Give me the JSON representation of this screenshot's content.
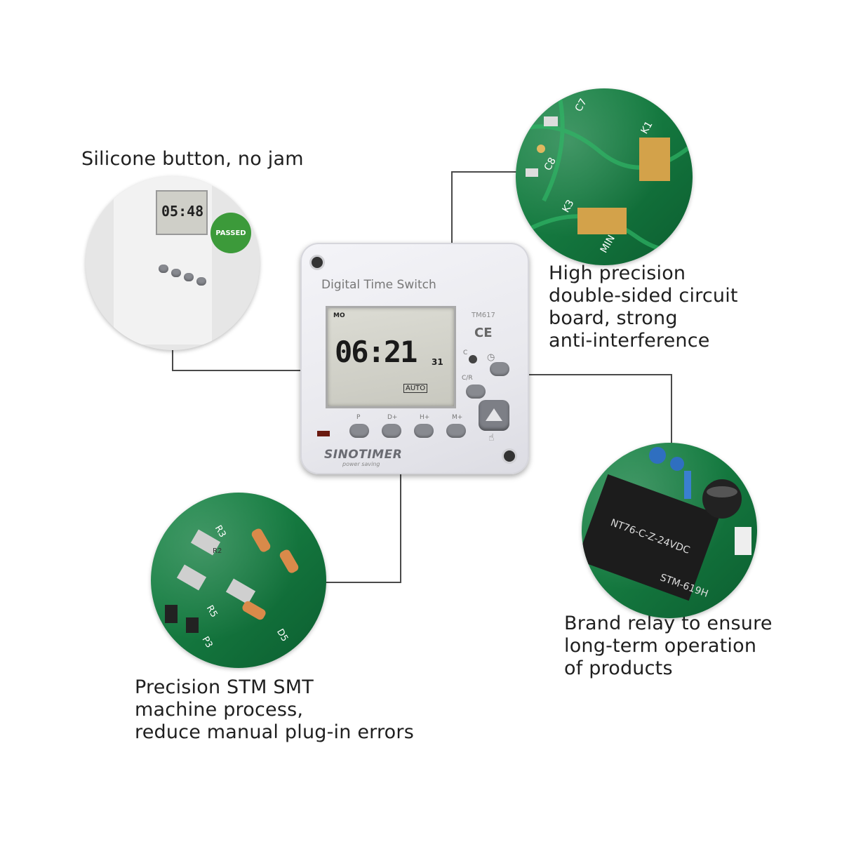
{
  "captions": {
    "silicone": "Silicone button, no jam",
    "circuit": "High precision\ndouble-sided circuit\nboard, strong\nanti-interference",
    "relay": "Brand relay to ensure\nlong-term operation\nof products",
    "smt": "Precision STM SMT\nmachine process,\nreduce manual plug-in errors"
  },
  "device": {
    "title": "Digital Time Switch",
    "model": "TM617",
    "ce": "CE",
    "lcd_day": "MO",
    "lcd_time": "06:21",
    "lcd_seconds": "31",
    "lcd_mode": "AUTO",
    "buttons": [
      "P",
      "D+",
      "H+",
      "M+"
    ],
    "side_labels": {
      "c": "C",
      "cr": "C/R"
    },
    "brand": "SINOTIMER",
    "brand_sub": "power saving"
  },
  "left_circle": {
    "passed_label": "PASSED",
    "mini_time": "05:48"
  },
  "pcb_labels": {
    "top_right": [
      "C7",
      "K1",
      "C8",
      "K3",
      "MIN"
    ],
    "bottom_left": [
      "R3",
      "R2",
      "R5",
      "D5",
      "P3"
    ],
    "right": [
      "NT76-C-Z-24VDC",
      "STM-619H"
    ]
  },
  "colors": {
    "pcb_green": "#157a40",
    "device_body": "#ececf1",
    "button_grey": "#888a90"
  }
}
